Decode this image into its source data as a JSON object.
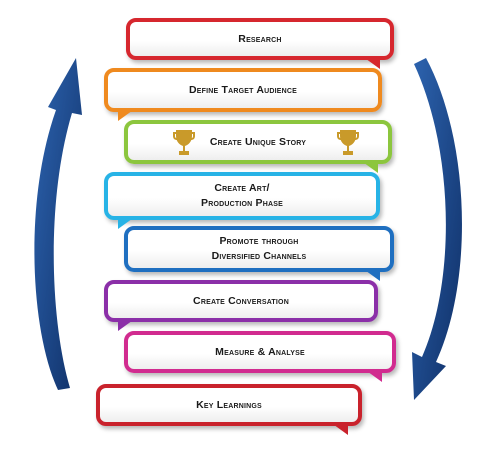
{
  "steps": [
    {
      "label": "Research",
      "color": "#d6272e"
    },
    {
      "label": "Define Target Audience",
      "color": "#ef8a1f"
    },
    {
      "label": "Create Unique Story",
      "color": "#8cc63e"
    },
    {
      "label": "Create Art/\nProduction Phase",
      "color": "#27b3e6"
    },
    {
      "label": "Promote through\nDiversified Channels",
      "color": "#1f6fc0"
    },
    {
      "label": "Create Conversation",
      "color": "#8b2fa8"
    },
    {
      "label": "Measure & Analyse",
      "color": "#d12b8f"
    },
    {
      "label": "Key Learnings",
      "color": "#c9222c"
    }
  ],
  "icons": {
    "trophy": "trophy-icon",
    "cycle_arrow": "circular-arrow-icon"
  },
  "colors": {
    "arrow": "#1b4a8c",
    "trophy": "#c99a2a"
  }
}
